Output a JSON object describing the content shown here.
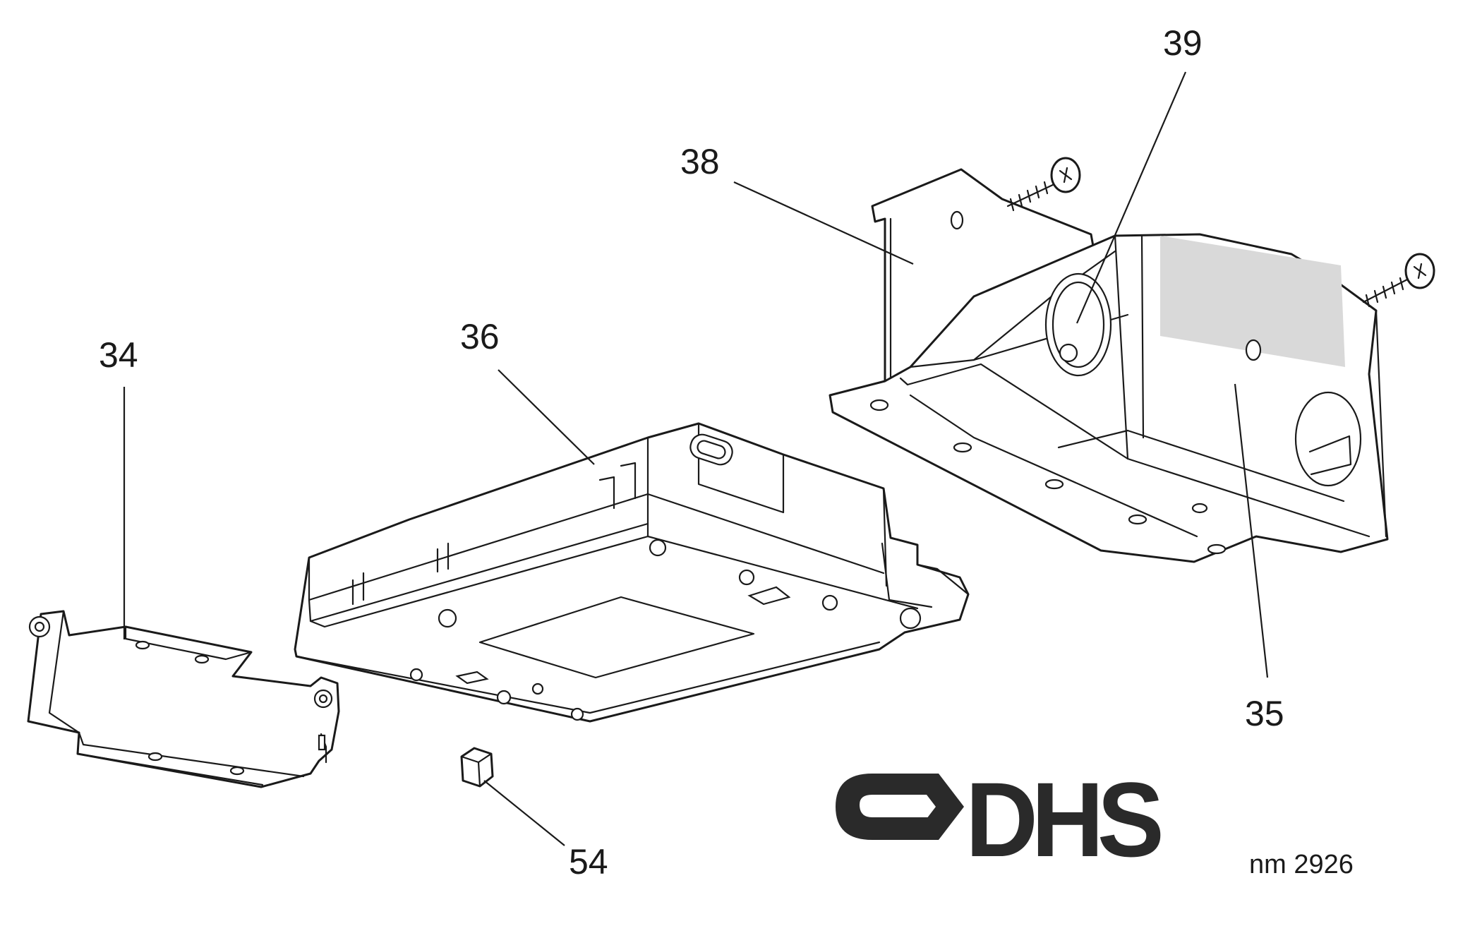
{
  "callouts": {
    "part_34": "34",
    "part_35": "35",
    "part_36": "36",
    "part_38": "38",
    "part_39": "39",
    "part_54": "54"
  },
  "logo": {
    "text": "DHS",
    "color": "#2a2a2a"
  },
  "drawing_ref": "nm 2926",
  "colors": {
    "line": "#1a1a1a",
    "background": "#ffffff",
    "shading": "#d9d9d9"
  }
}
